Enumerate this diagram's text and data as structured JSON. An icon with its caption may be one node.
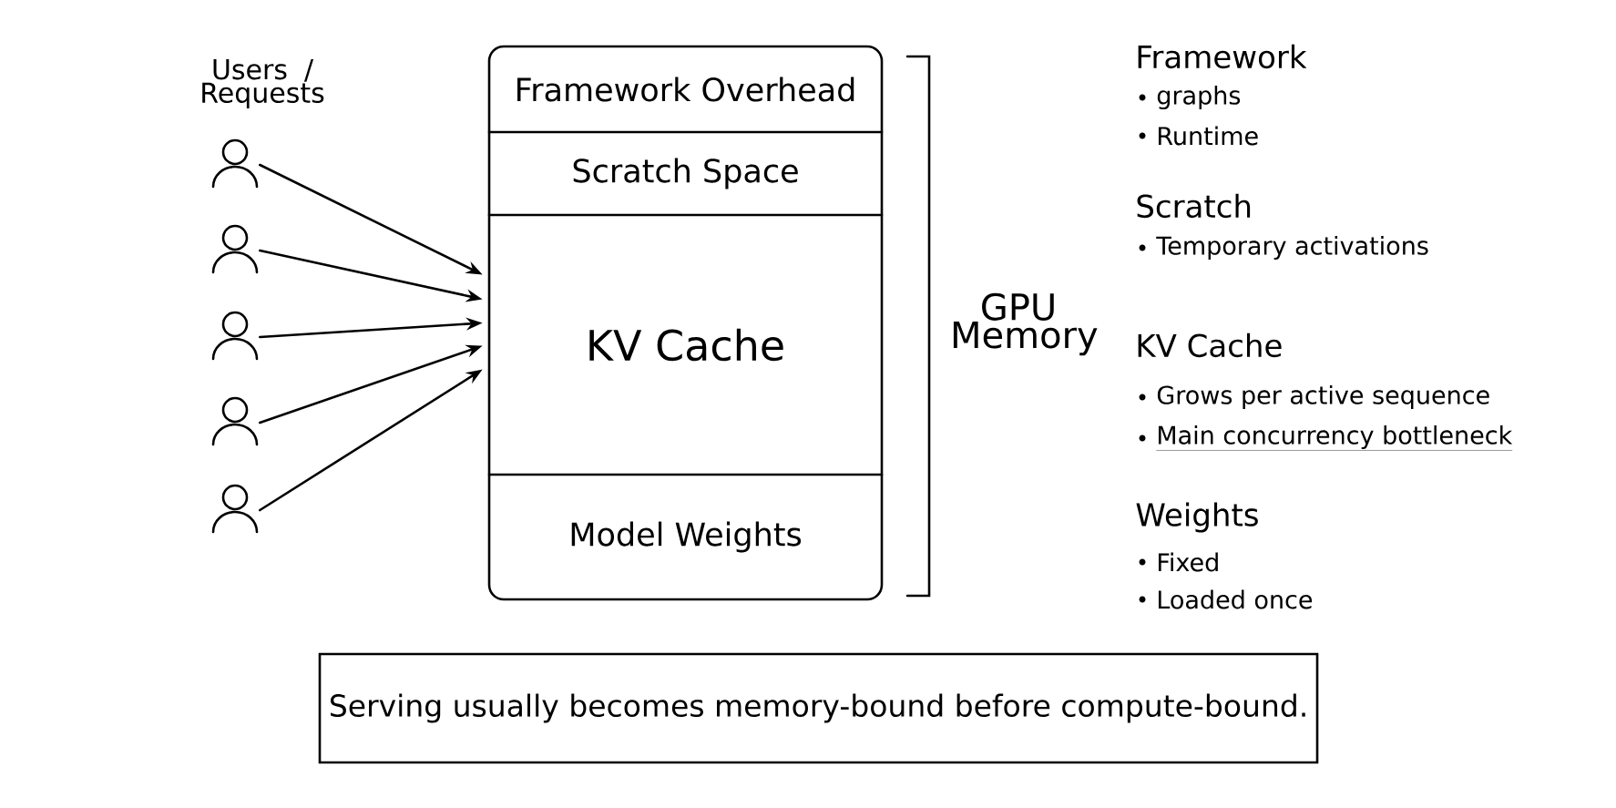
{
  "diagram": {
    "nodes": [
      {
        "text": [],
        "shape": "box",
        "beside": [
          "GPU Memory"
        ]
      },
      {
        "text": [
          "Framework Overhead"
        ],
        "in": 0
      },
      {
        "text": [
          "Scratch Space"
        ],
        "in": 0
      },
      {
        "text": [
          "KV Cache"
        ],
        "in": 0
      },
      {
        "text": [
          "Model Weights"
        ],
        "in": 0
      },
      {
        "text": [],
        "shape": "person"
      },
      {
        "text": [],
        "shape": "person"
      },
      {
        "text": [],
        "shape": "person"
      },
      {
        "text": [],
        "shape": "person"
      },
      {
        "text": [],
        "shape": "person"
      },
      {
        "text": [
          "Serving usually becomes memory-bound before compute-bound."
        ]
      }
    ],
    "edges": [
      {
        "from": 5,
        "to": 0,
        "arrow": "to"
      },
      {
        "from": 6,
        "to": 0,
        "arrow": "to"
      },
      {
        "from": 7,
        "to": 0,
        "arrow": "to"
      },
      {
        "from": 8,
        "to": 0,
        "arrow": "to"
      },
      {
        "from": 9,
        "to": 0,
        "arrow": "to"
      }
    ],
    "labels": [
      "Users / Requests",
      "Framework",
      "graphs",
      "Runtime",
      "Scratch",
      "Temporary activations",
      "KV Cache",
      "Grows per active sequence",
      "Main concurrency bottleneck",
      "Weights",
      "Fixed",
      "Loaded once"
    ]
  }
}
